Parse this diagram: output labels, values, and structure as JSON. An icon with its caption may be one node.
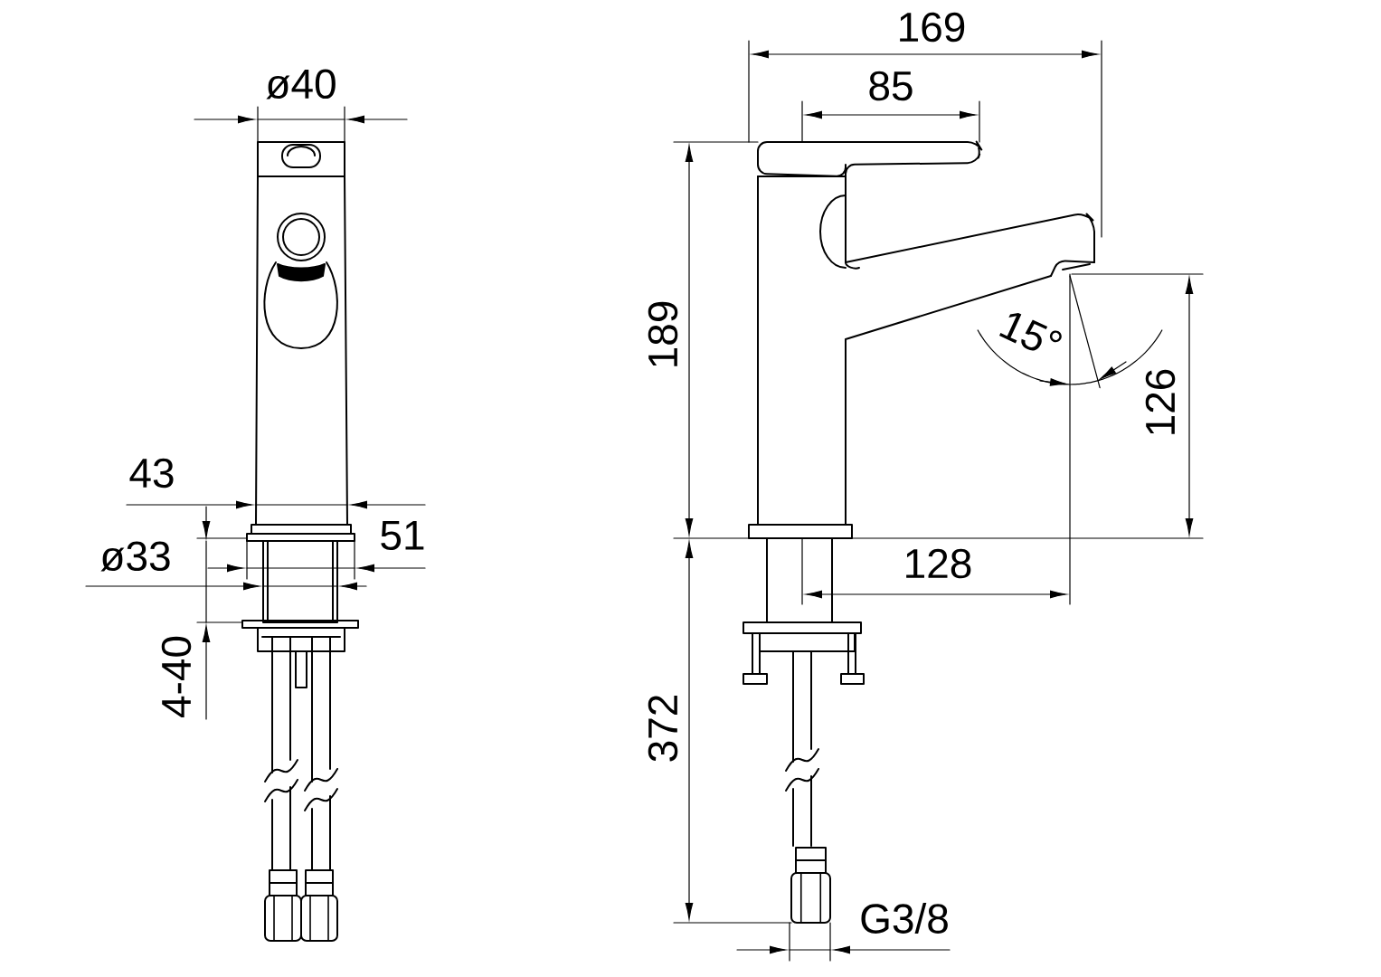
{
  "diagram": {
    "labels": [
      "169",
      "ø40",
      "85",
      "189",
      "15°",
      "126",
      "43",
      "51",
      "ø33",
      "128",
      "4-40",
      "372",
      "G3/8"
    ]
  }
}
